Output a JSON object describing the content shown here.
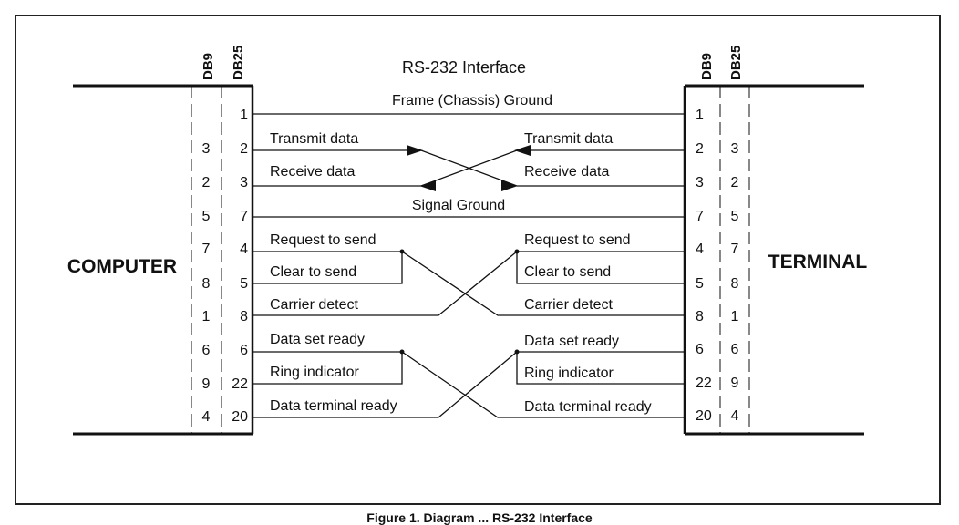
{
  "title": "RS-232 Interface",
  "left_side": "COMPUTER",
  "right_side": "TERMINAL",
  "headers": {
    "db9": "DB9",
    "db25": "DB25"
  },
  "signals": {
    "frame_ground": "Frame (Chassis) Ground",
    "signal_ground": "Signal Ground",
    "transmit_data": "Transmit data",
    "receive_data": "Receive data",
    "request_to_send": "Request to send",
    "clear_to_send": "Clear to send",
    "carrier_detect": "Carrier detect",
    "data_set_ready": "Data set ready",
    "ring_indicator": "Ring indicator",
    "data_terminal_ready": "Data terminal ready"
  },
  "left_pins": [
    {
      "db9": "",
      "db25": "1"
    },
    {
      "db9": "3",
      "db25": "2"
    },
    {
      "db9": "2",
      "db25": "3"
    },
    {
      "db9": "5",
      "db25": "7"
    },
    {
      "db9": "7",
      "db25": "4"
    },
    {
      "db9": "8",
      "db25": "5"
    },
    {
      "db9": "1",
      "db25": "8"
    },
    {
      "db9": "6",
      "db25": "6"
    },
    {
      "db9": "9",
      "db25": "22"
    },
    {
      "db9": "4",
      "db25": "20"
    }
  ],
  "right_pins": [
    {
      "db25": "1",
      "db9": ""
    },
    {
      "db25": "2",
      "db9": "3"
    },
    {
      "db25": "3",
      "db9": "2"
    },
    {
      "db25": "7",
      "db9": "5"
    },
    {
      "db25": "4",
      "db9": "7"
    },
    {
      "db25": "5",
      "db9": "8"
    },
    {
      "db25": "8",
      "db9": "1"
    },
    {
      "db25": "6",
      "db9": "6"
    },
    {
      "db25": "22",
      "db9": "9"
    },
    {
      "db25": "20",
      "db9": "4"
    }
  ],
  "caption": "Figure 1. Diagram ... RS-232 Interface"
}
